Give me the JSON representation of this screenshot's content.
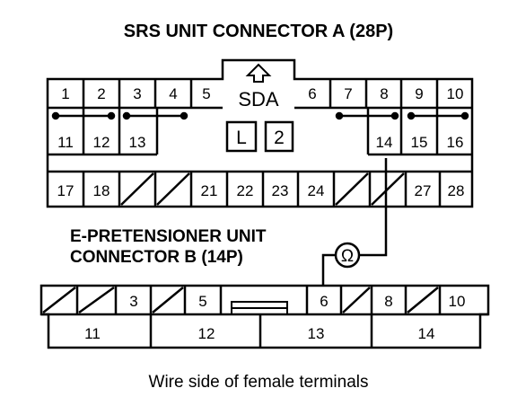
{
  "title_connector_a": "SRS UNIT CONNECTOR A (28P)",
  "title_connector_b_line1": "E-PRETENSIONER UNIT",
  "title_connector_b_line2": "CONNECTOR B (14P)",
  "caption": "Wire side of female terminals",
  "connector_a": {
    "lock_label": "SDA",
    "key_labels": [
      "L",
      "2"
    ],
    "row1": [
      "1",
      "2",
      "3",
      "4",
      "5",
      "6",
      "7",
      "8",
      "9",
      "10"
    ],
    "row2": [
      "11",
      "12",
      "13",
      "14",
      "15",
      "16"
    ],
    "row3": [
      "17",
      "18",
      "",
      "",
      "21",
      "22",
      "23",
      "24",
      "",
      "",
      "27",
      "28"
    ]
  },
  "connector_b": {
    "row1": [
      "",
      "",
      "3",
      "",
      "5",
      "6",
      "",
      "8",
      "",
      "10"
    ],
    "row2": [
      "11",
      "12",
      "13",
      "14"
    ]
  },
  "meter_symbol": "Ω",
  "meter_icon": "ohmmeter-icon",
  "colors": {
    "line": "#000000",
    "background": "#ffffff"
  }
}
